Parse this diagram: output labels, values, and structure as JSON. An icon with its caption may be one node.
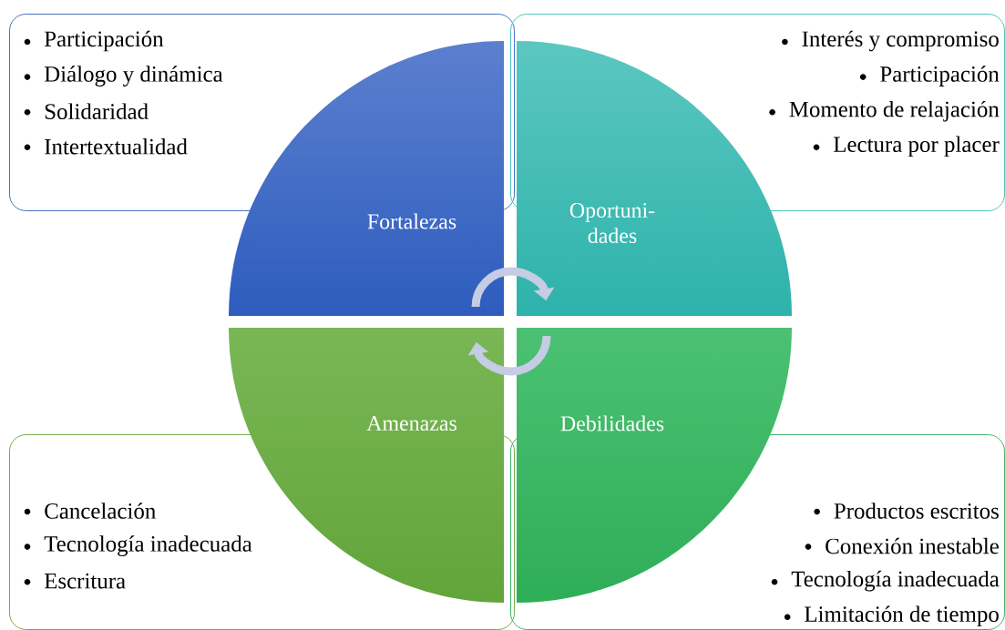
{
  "diagram": {
    "nodes": [
      {
        "text": [
          "Participación",
          "Diálogo y dinámica",
          "Solidaridad",
          "Intertextualidad"
        ]
      },
      {
        "text": [
          "Interés y compromiso",
          "Participación",
          "Momento de relajación",
          "Lectura por placer"
        ]
      },
      {
        "text": [
          "Fortalezas"
        ]
      },
      {
        "text": [
          "Oportuni- dades"
        ]
      },
      {
        "text": [
          "Amenazas"
        ]
      },
      {
        "text": [
          "Debilidades"
        ]
      },
      {
        "text": [
          "Cancelación",
          "Tecnología inadecuada",
          "Escritura"
        ]
      },
      {
        "text": [
          "Productos escritos",
          "Conexión inestable",
          "Tecnología inadecuada",
          "Limitación de tiempo"
        ]
      }
    ]
  }
}
